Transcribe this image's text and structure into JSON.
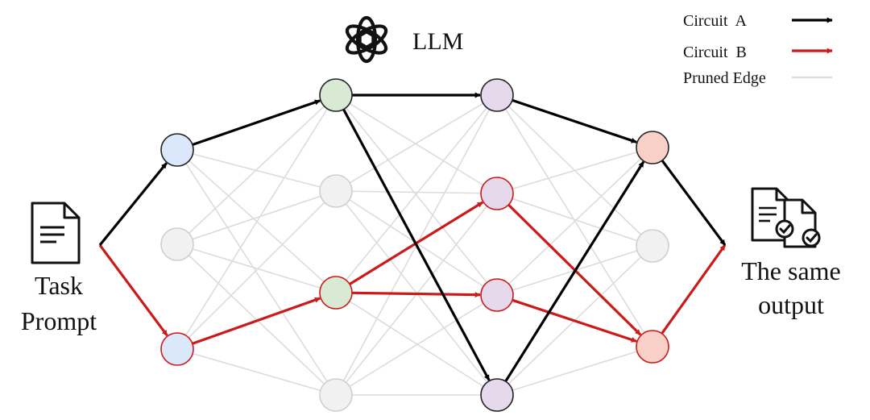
{
  "title": "LLM",
  "legend": {
    "items": [
      {
        "key": "circuit_a",
        "label": "Circuit  A",
        "color": "#000000"
      },
      {
        "key": "circuit_b",
        "label": "Circuit  B",
        "color": "#cc1a1a"
      },
      {
        "key": "pruned",
        "label": "Pruned Edge",
        "color": "#dcdcdc"
      }
    ]
  },
  "input_label": [
    "Task",
    "Prompt"
  ],
  "output_label": [
    "The same",
    "output"
  ],
  "icons": {
    "logo": "openai-logo-icon",
    "input": "document-icon",
    "output": "verified-documents-icon"
  },
  "layers": [
    {
      "name": "layer-1",
      "nodes": [
        "blue",
        "gray",
        "blue"
      ]
    },
    {
      "name": "layer-2",
      "nodes": [
        "green",
        "gray",
        "green",
        "gray"
      ]
    },
    {
      "name": "layer-3",
      "nodes": [
        "purple",
        "purple",
        "purple",
        "purple"
      ]
    },
    {
      "name": "layer-4",
      "nodes": [
        "red",
        "gray",
        "red"
      ]
    }
  ],
  "node_colors": {
    "blue": {
      "fill": "#dbe7fb"
    },
    "gray": {
      "fill": "#f1f1f1"
    },
    "green": {
      "fill": "#d8ead3"
    },
    "purple": {
      "fill": "#e6d9ec"
    },
    "red": {
      "fill": "#f8d0c8"
    }
  },
  "circuits": {
    "a": [
      [
        "input",
        "0-0"
      ],
      [
        "0-0",
        "1-0"
      ],
      [
        "1-0",
        "2-0"
      ],
      [
        "1-0",
        "2-3"
      ],
      [
        "2-0",
        "3-0"
      ],
      [
        "2-3",
        "3-0"
      ],
      [
        "3-0",
        "output"
      ]
    ],
    "b": [
      [
        "input",
        "0-2"
      ],
      [
        "0-2",
        "1-2"
      ],
      [
        "1-2",
        "2-1"
      ],
      [
        "1-2",
        "2-2"
      ],
      [
        "2-1",
        "3-2"
      ],
      [
        "2-2",
        "3-2"
      ],
      [
        "3-2",
        "output"
      ]
    ]
  }
}
